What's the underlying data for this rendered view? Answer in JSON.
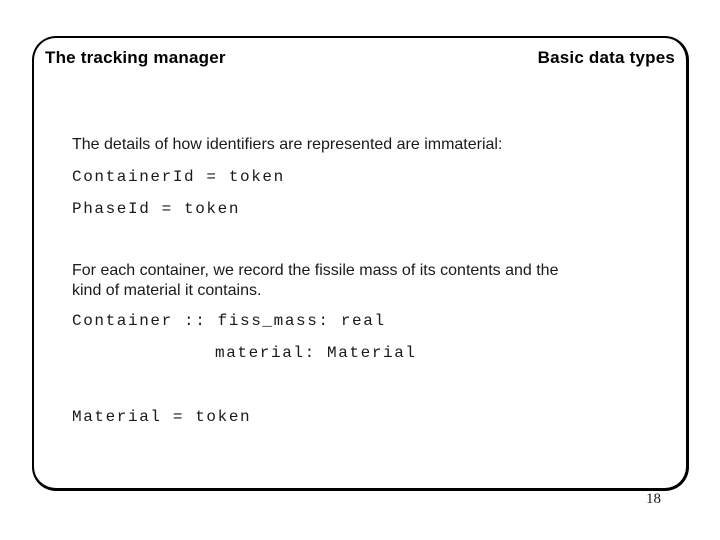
{
  "slide": {
    "header": {
      "title": "The tracking manager",
      "subtitle": "Basic data types"
    },
    "body": {
      "intro": "The details of how identifiers are represented are immaterial:",
      "code": {
        "container_id": "ContainerId = token",
        "phase_id": "PhaseId = token",
        "container_record_line1": "Container :: fiss_mass: real",
        "container_record_line2": "material: Material",
        "material": "Material = token"
      },
      "paragraph_lines": [
        "For each container, we record the fissile mass of its contents and the",
        "kind of material it contains."
      ]
    }
  },
  "footer": {
    "page_number": "18"
  },
  "colors": {
    "background": "#ffffff",
    "frame_border": "#000000",
    "title_text": "#000000",
    "body_text": "#1a1a1a"
  }
}
